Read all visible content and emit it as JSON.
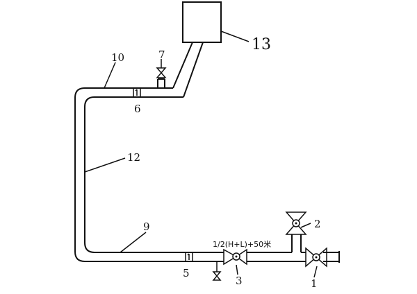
{
  "diagram": {
    "labels": {
      "l1": "1",
      "l2": "2",
      "l3": "3",
      "l5": "5",
      "l6": "6",
      "l7": "7",
      "l9": "9",
      "l10": "10",
      "l12": "12",
      "l13": "13",
      "elevation": "1/2(H+L)+50米"
    }
  }
}
